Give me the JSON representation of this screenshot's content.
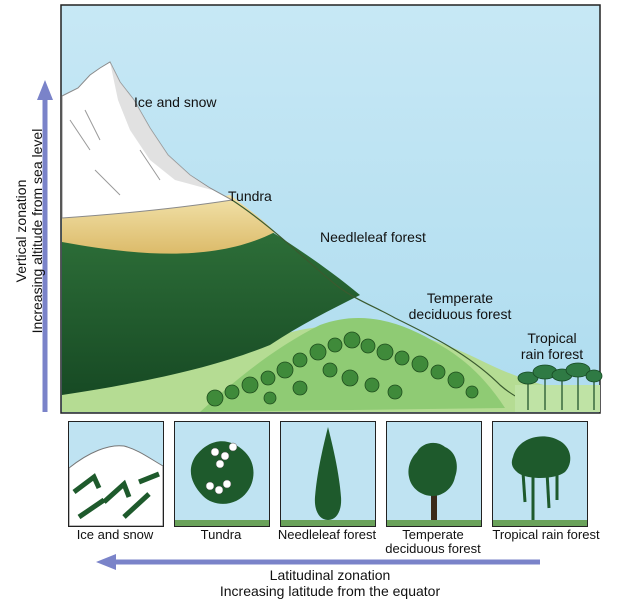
{
  "mountain_labels": {
    "ice_snow": "Ice and snow",
    "tundra": "Tundra",
    "needleleaf": "Needleleaf forest",
    "temperate_line1": "Temperate",
    "temperate_line2": "deciduous forest",
    "tropical_line1": "Tropical",
    "tropical_line2": "rain forest"
  },
  "panels": [
    {
      "label": "Ice and snow"
    },
    {
      "label": "Tundra"
    },
    {
      "label": "Needleleaf forest"
    },
    {
      "label_line1": "Temperate",
      "label_line2": "deciduous forest"
    },
    {
      "label": "Tropical rain forest"
    }
  ],
  "vertical_axis": {
    "line1": "Vertical zonation",
    "line2": "Increasing altitude from sea level"
  },
  "horizontal_axis": {
    "line1": "Latitudinal zonation",
    "line2": "Increasing latitude from the equator"
  },
  "colors": {
    "sky": "#bfe3f2",
    "snow": "#ffffff",
    "tundra": "#e8cf86",
    "needleleaf": "#1e5a2c",
    "deciduous": "#3f8a3a",
    "grass": "#a8d58a",
    "arrow": "#7a83c9"
  }
}
